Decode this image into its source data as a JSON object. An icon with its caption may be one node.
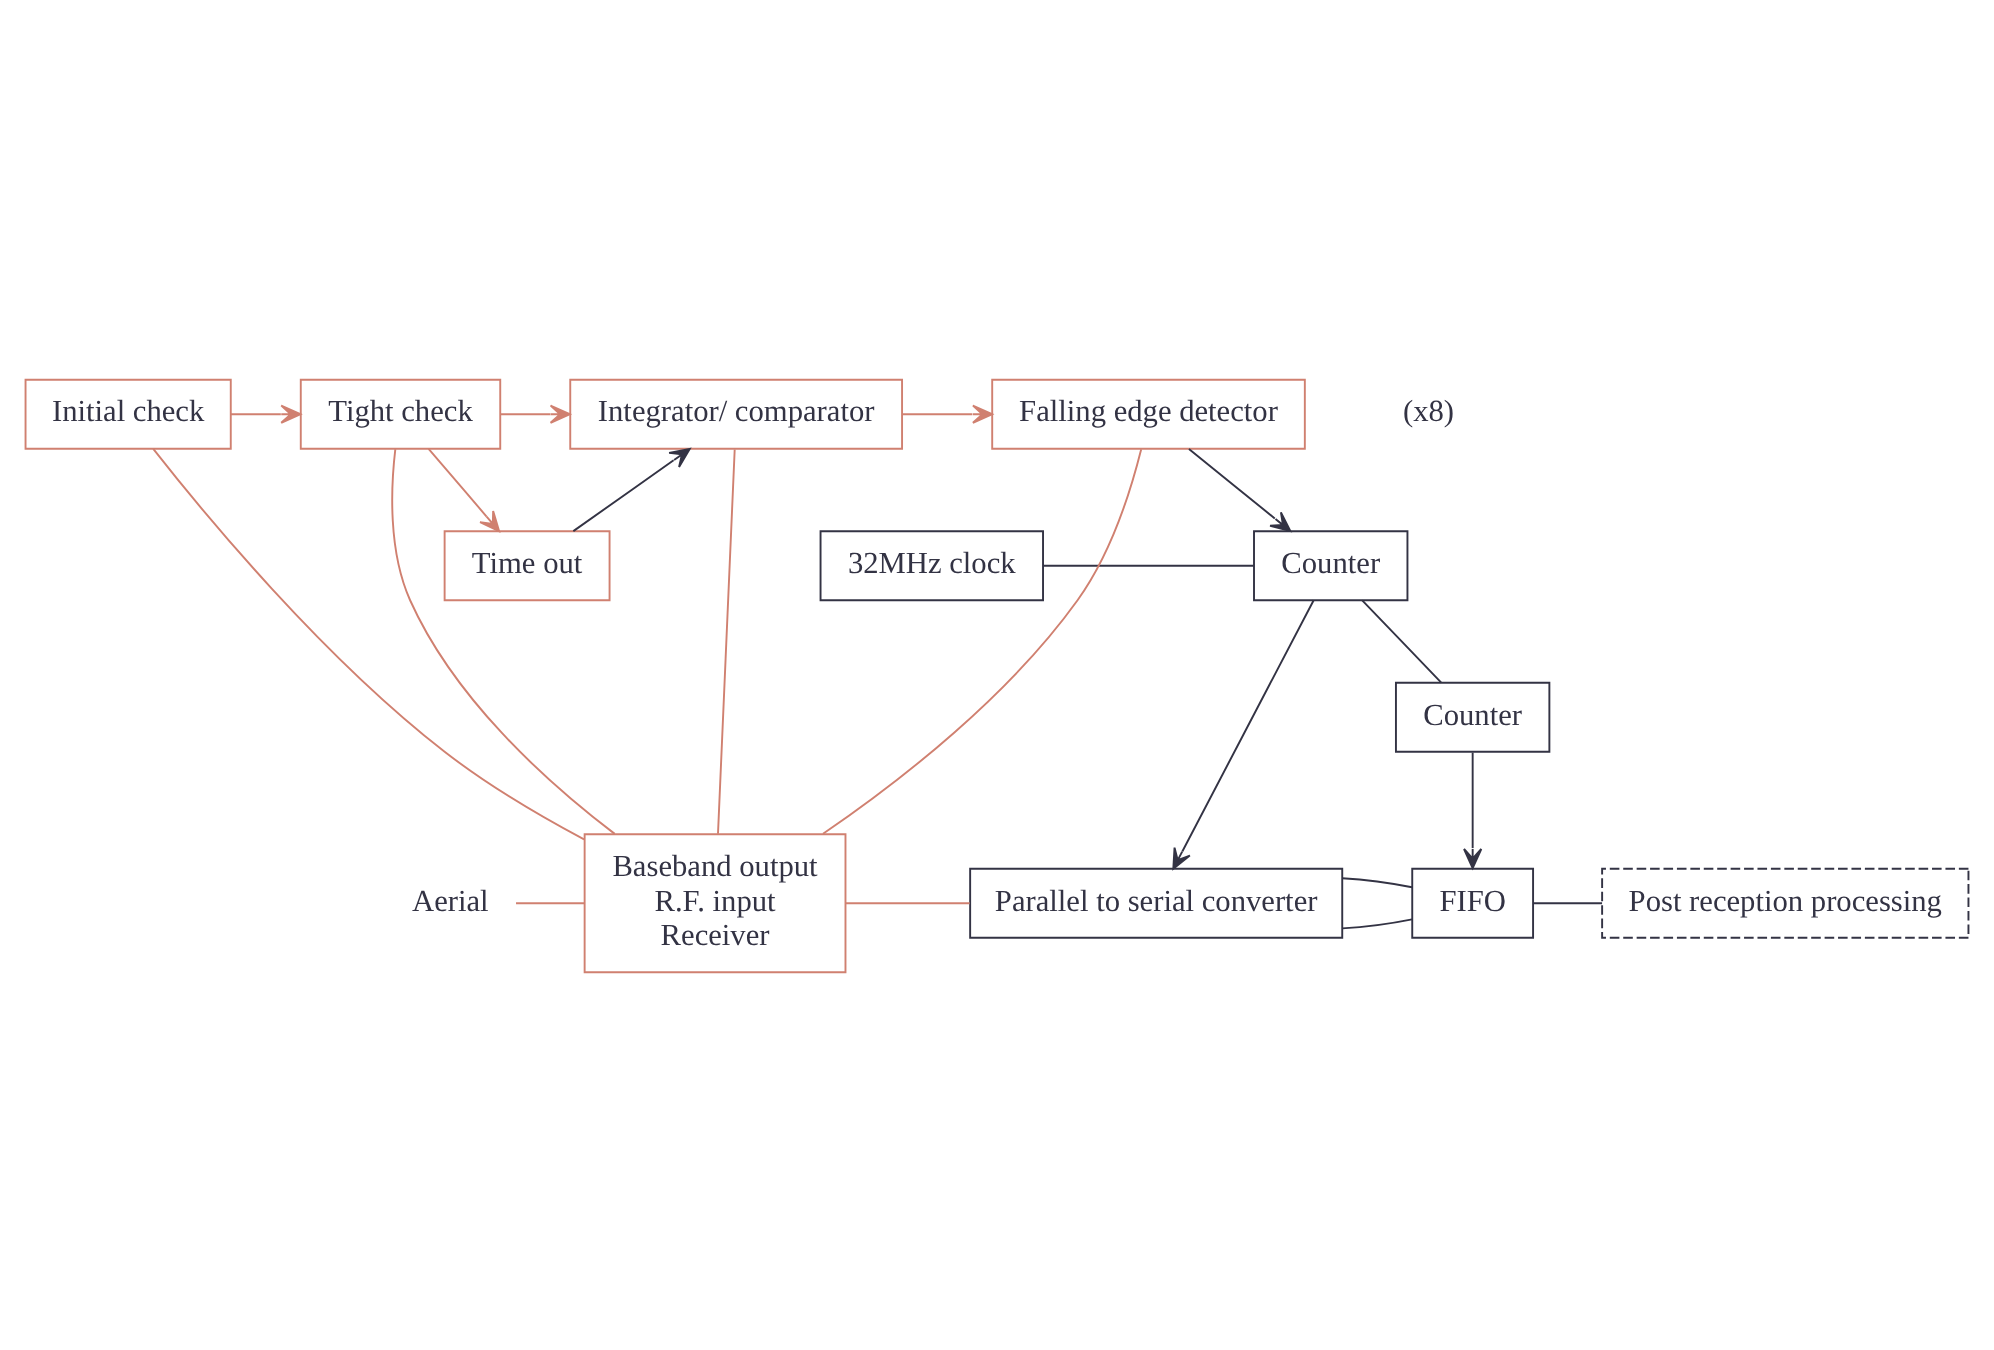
{
  "diagram": {
    "nodes": [
      {
        "text": [
          "Initial check"
        ]
      },
      {
        "text": [
          "Tight check"
        ]
      },
      {
        "text": [
          "Integrator/ comparator"
        ]
      },
      {
        "text": [
          "Falling edge detector"
        ]
      },
      {
        "text": [
          "Time out"
        ]
      },
      {
        "text": [
          "32MHz clock"
        ]
      },
      {
        "text": [
          "Counter"
        ]
      },
      {
        "text": [
          "Counter"
        ]
      },
      {
        "text": [
          "Aerial"
        ]
      },
      {
        "text": [
          "Baseband output",
          "R.F. input",
          "Receiver"
        ]
      },
      {
        "text": [
          "Parallel to serial converter"
        ]
      },
      {
        "text": [
          "FIFO"
        ]
      },
      {
        "text": [
          "Post reception processing"
        ]
      }
    ],
    "edges": [
      {
        "from": 9,
        "to": 0,
        "arrow": "none"
      },
      {
        "from": 9,
        "to": 1,
        "arrow": "none"
      },
      {
        "from": 9,
        "to": 2,
        "arrow": "none"
      },
      {
        "from": 9,
        "to": 3,
        "arrow": "none"
      },
      {
        "from": 9,
        "to": 10,
        "arrow": "none"
      },
      {
        "from": 0,
        "to": 1,
        "arrow": "to"
      },
      {
        "from": 1,
        "to": 2,
        "arrow": "to"
      },
      {
        "from": 1,
        "to": 4,
        "arrow": "to"
      },
      {
        "from": 2,
        "to": 3,
        "arrow": "to"
      },
      {
        "from": 4,
        "to": 2,
        "arrow": "to",
        "color": "#333344"
      },
      {
        "from": 3,
        "to": 6,
        "arrow": "to",
        "color": "#333344"
      },
      {
        "from": 5,
        "to": 6,
        "arrow": "none",
        "color": "#333344"
      },
      {
        "from": 6,
        "to": 10,
        "arrow": "to",
        "color": "#333344"
      },
      {
        "from": 6,
        "to": 7,
        "arrow": "none",
        "color": "#333344"
      },
      {
        "from": 7,
        "to": 11,
        "arrow": "to",
        "color": "#333344"
      },
      {
        "from": 10,
        "to": 11,
        "arrow": "none",
        "color": "#333344"
      },
      {
        "from": 10,
        "to": 11,
        "arrow": "none",
        "color": "#333344"
      },
      {
        "from": 11,
        "to": 12,
        "arrow": "none",
        "color": "#333344"
      },
      {
        "from": 8,
        "to": 9,
        "arrow": "none"
      }
    ],
    "labels": [
      "(x8)"
    ]
  }
}
